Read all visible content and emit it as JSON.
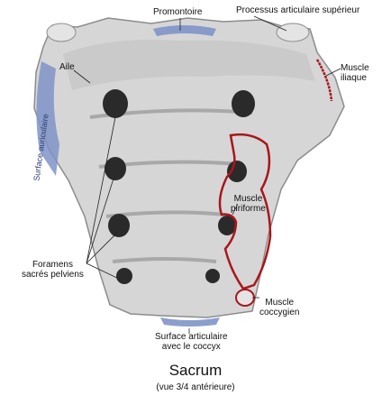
{
  "diagram": {
    "title": "Sacrum",
    "subtitle": "(vue 3/4 antérieure)",
    "labels": {
      "promontoire": "Promontoire",
      "processus": "Processus articulaire supérieur",
      "aile": "Aile",
      "muscle_iliaque": [
        "Muscle",
        "iliaque"
      ],
      "surface_auriculaire": "Surface auriculaire",
      "muscle_piriforme": [
        "Muscle",
        "piriforme"
      ],
      "foramens": [
        "Foramens",
        "sacrés pelviens"
      ],
      "muscle_coccygien": [
        "Muscle",
        "coccygien"
      ],
      "surface_coccyx": [
        "Surface articulaire",
        "avec le coccyx"
      ]
    },
    "colors": {
      "bone": "#d6d6d6",
      "bone_shadow": "#9a9a9a",
      "articular_surface": "#7f93c8",
      "muscle_outline": "#a8161b",
      "leader_line": "#222222"
    }
  }
}
